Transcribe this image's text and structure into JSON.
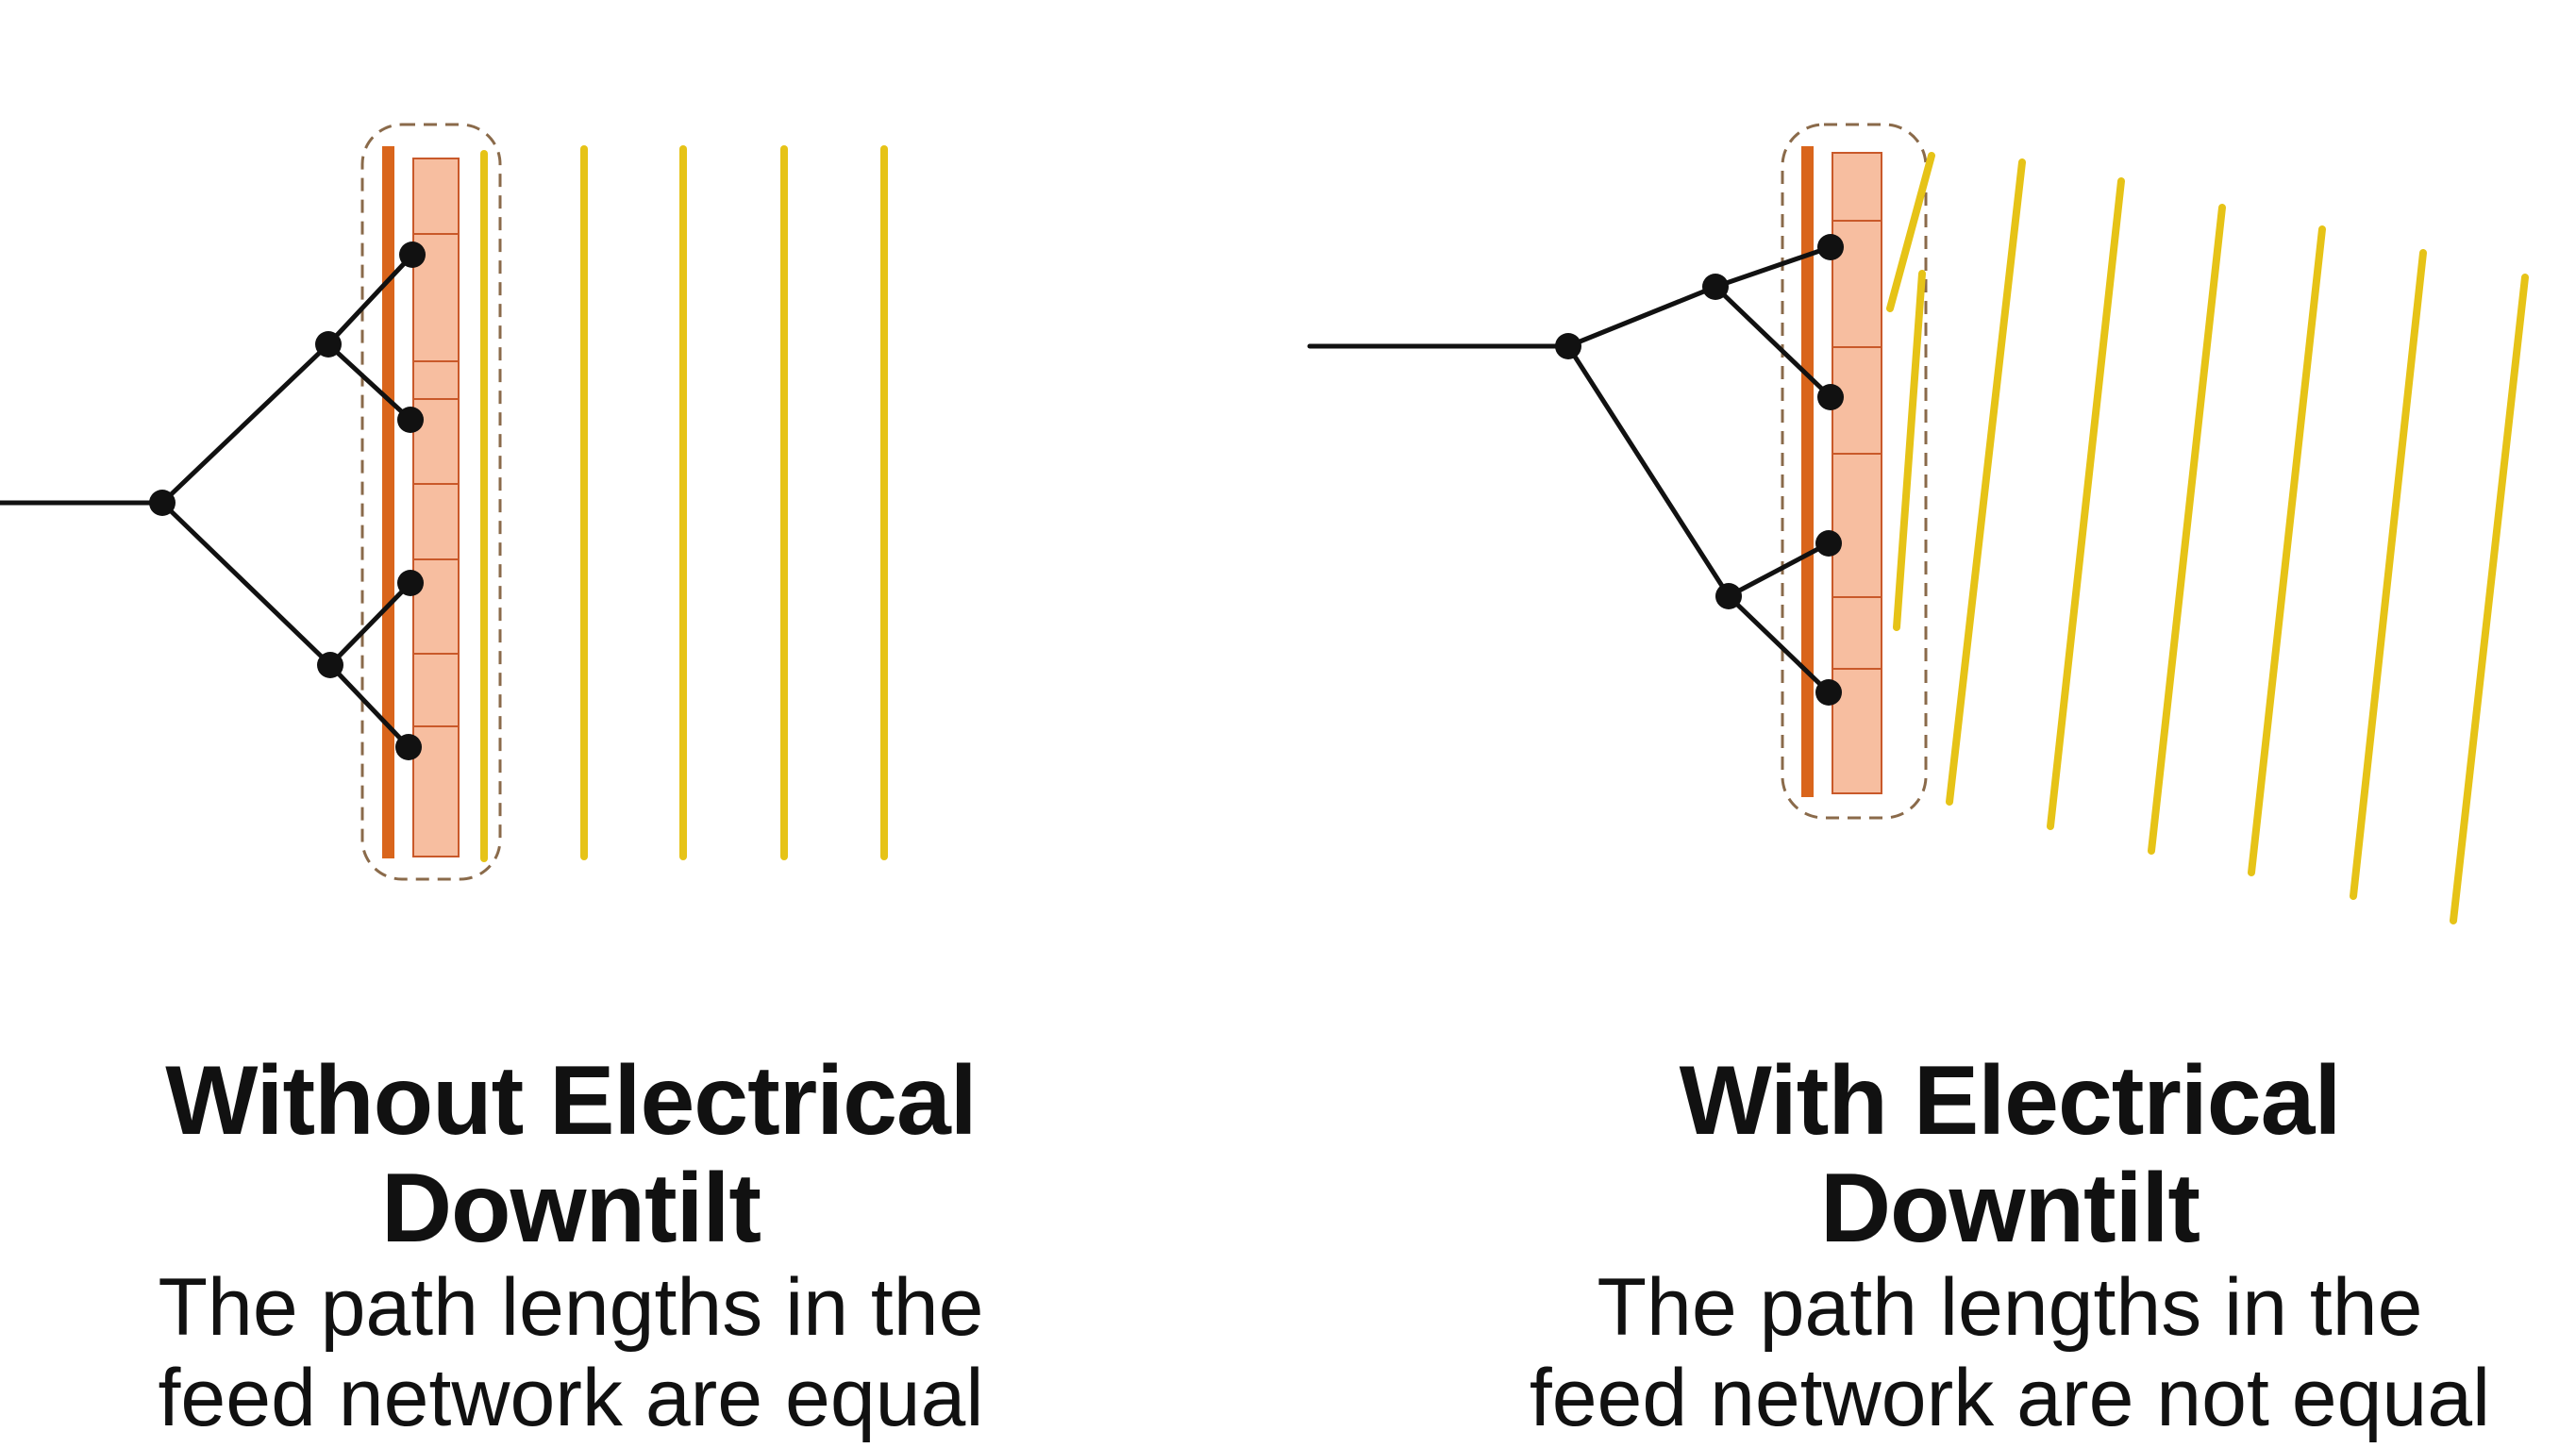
{
  "colors": {
    "background": "#ffffff",
    "wire": "#111111",
    "node": "#111111",
    "reflector": "#d9651c",
    "element_fill": "#f7bea0",
    "element_border": "#c9592a",
    "radome_dash": "#8a6a4a",
    "wavefront": "#e6c317"
  },
  "panels": {
    "left": {
      "title_line1": "Without Electrical",
      "title_line2": "Downtilt",
      "desc_line1": "The path lengths in the",
      "desc_line2": "feed network are equal"
    },
    "right": {
      "title_line1": "With Electrical",
      "title_line2": "Downtilt",
      "desc_line1": "The path lengths in the",
      "desc_line2": "feed network are not equal"
    }
  }
}
